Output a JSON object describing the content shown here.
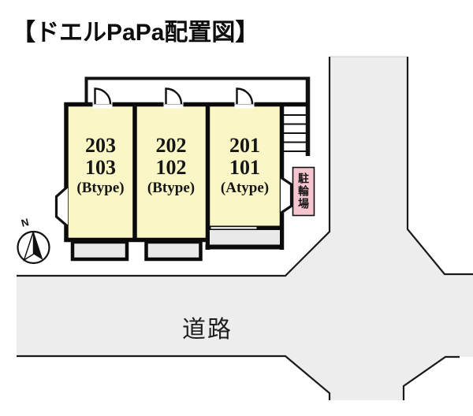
{
  "title": "【ドエルPaPa配置図】",
  "units": [
    {
      "line1": "203",
      "line2": "103",
      "line3": "(Btype)"
    },
    {
      "line1": "202",
      "line2": "102",
      "line3": "(Btype)"
    },
    {
      "line1": "201",
      "line2": "101",
      "line3": "(Atype)"
    }
  ],
  "labels": {
    "bicycle_parking": "駐輪場",
    "road": "道路",
    "compass_north": "N"
  },
  "colors": {
    "unit_fill": "#FAF6C5",
    "road_fill": "#EDEDED",
    "porch_fill": "#E9E9E9",
    "bicycle_fill": "#F5C6D0",
    "line": "#111111"
  }
}
